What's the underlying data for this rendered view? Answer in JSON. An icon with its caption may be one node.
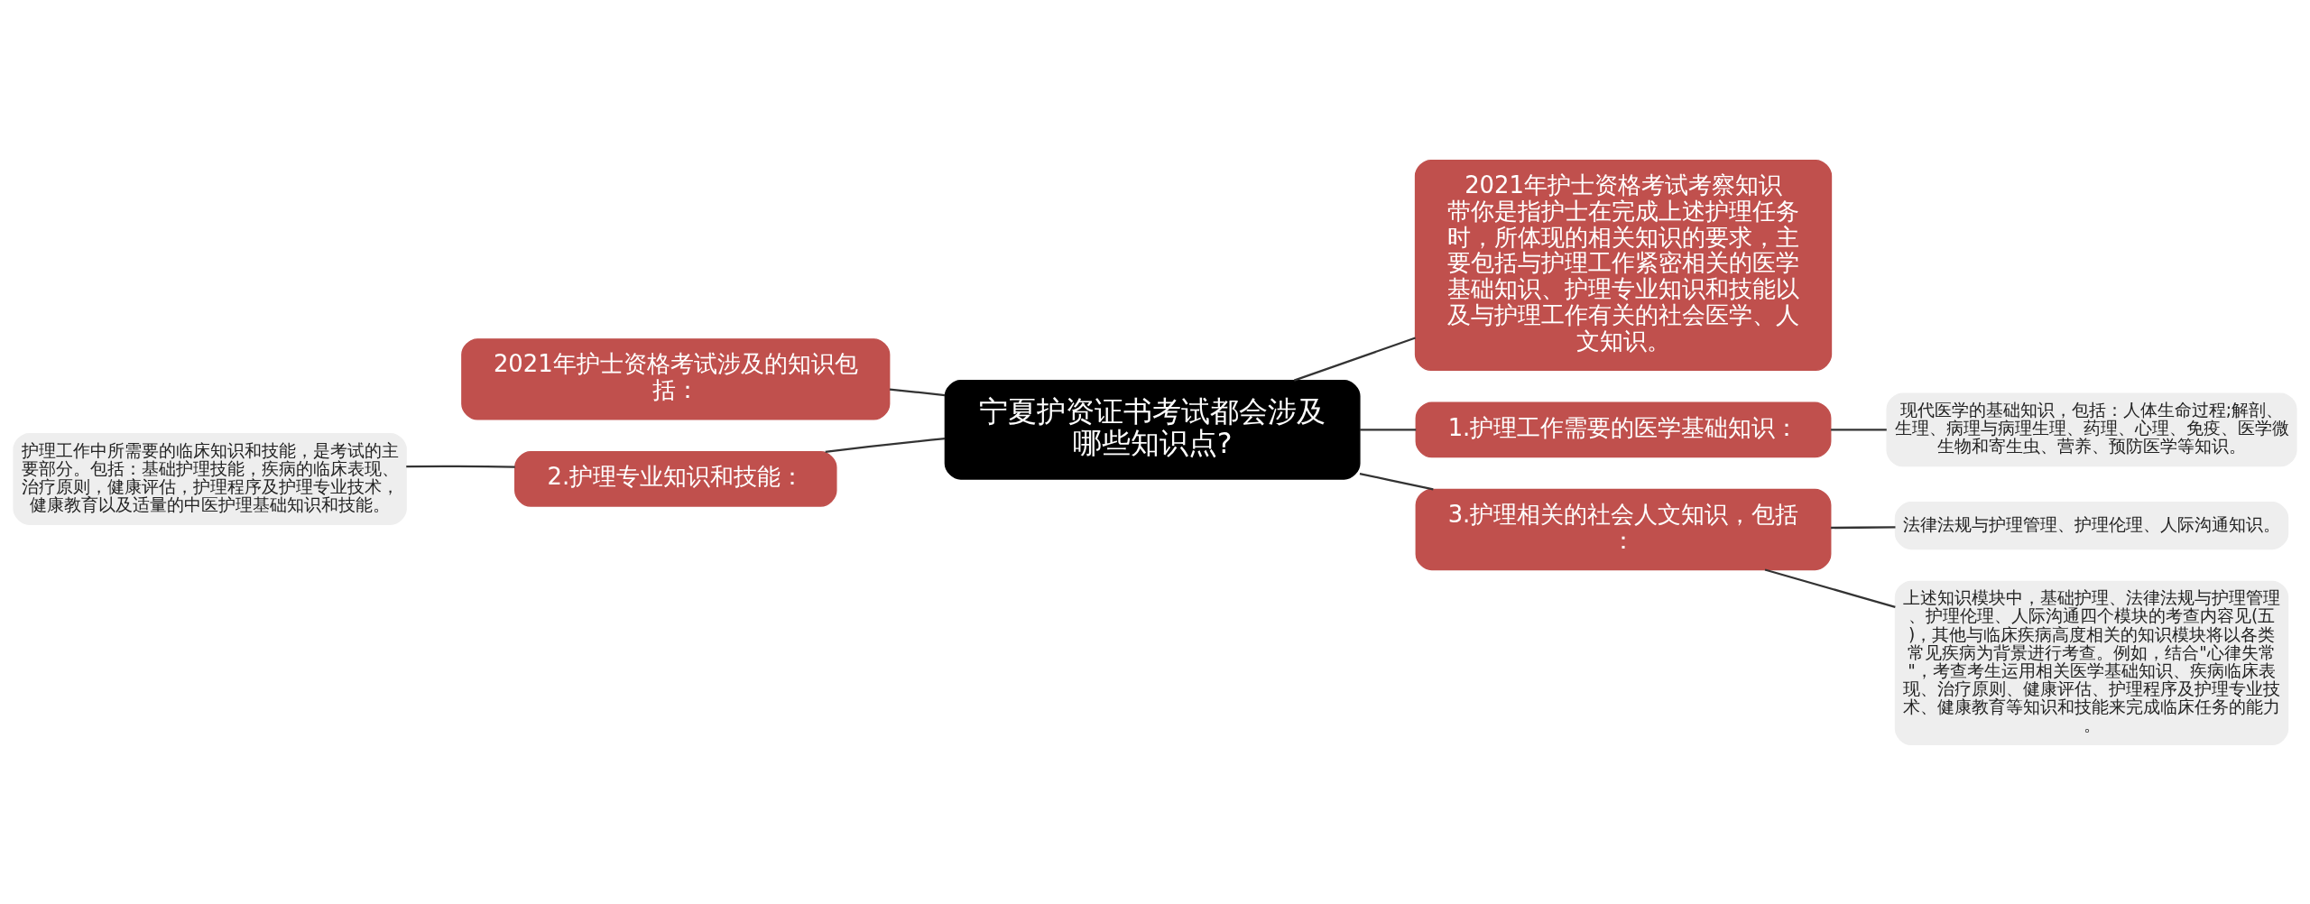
{
  "diagram": {
    "nodes": [
      {
        "text": [
          "宁夏护资证书考试都会涉及哪些知识点?"
        ]
      },
      {
        "text": [
          "2021年护士资格考试考察知识带你是指护士在完成上述护理任务时，所体现的相关知识的要求，主要包括与护理工作紧密相关的医学基础知识、护理专业知识和技能以及与护理工作有关的社会医学、人文知识。"
        ]
      },
      {
        "text": [
          "2021年护士资格考试涉及的知识包括："
        ]
      },
      {
        "text": [
          "1.护理工作需要的医学基础知识："
        ]
      },
      {
        "text": [
          "现代医学的基础知识，包括：人体生命过程;解剖、生理、病理与病理生理、药理、心理、免疫、医学微生物和寄生虫、营养、预防医学等知识。"
        ]
      },
      {
        "text": [
          "2.护理专业知识和技能："
        ]
      },
      {
        "text": [
          "护理工作中所需要的临床知识和技能，是考试的主要部分。包括：基础护理技能，疾病的临床表现、治疗原则，健康评估，护理程序及护理专业技术，健康教育以及适量的中医护理基础知识和技能。"
        ]
      },
      {
        "text": [
          "3.护理相关的社会人文知识，包括："
        ]
      },
      {
        "text": [
          "法律法规与护理管理、护理伦理、人际沟通知识。"
        ]
      },
      {
        "text": [
          "上述知识模块中，基础护理、法律法规与护理管理、护理伦理、人际沟通四个模块的考查内容见(五)，其他与临床疾病高度相关的知识模块将以各类常见疾病为背景进行考查。例如，结合\"心律失常\"，考查考生运用相关医学基础知识、疾病临床表现、治疗原则、健康评估、护理程序及护理专业技术、健康教育等知识和技能来完成临床任务的能力。"
        ]
      }
    ],
    "edges": [
      {
        "from": 0,
        "to": 1,
        "arrow": "none"
      },
      {
        "from": 0,
        "to": 2,
        "arrow": "none"
      },
      {
        "from": 0,
        "to": 3,
        "arrow": "none"
      },
      {
        "from": 3,
        "to": 4,
        "arrow": "none"
      },
      {
        "from": 0,
        "to": 5,
        "arrow": "none"
      },
      {
        "from": 5,
        "to": 6,
        "arrow": "none"
      },
      {
        "from": 0,
        "to": 7,
        "arrow": "none"
      },
      {
        "from": 7,
        "to": 8,
        "arrow": "none"
      },
      {
        "from": 7,
        "to": 9,
        "arrow": "none"
      }
    ]
  }
}
